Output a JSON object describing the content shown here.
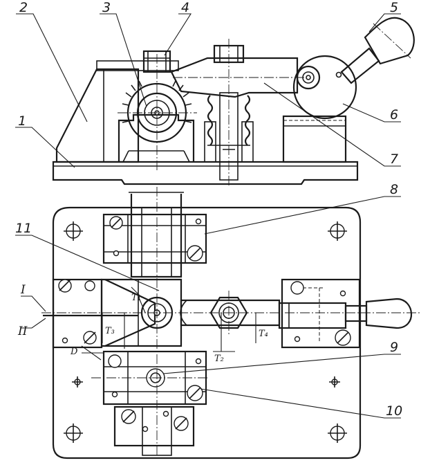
{
  "callouts": [
    {
      "id": "1",
      "label": "1"
    },
    {
      "id": "2",
      "label": "2"
    },
    {
      "id": "3",
      "label": "3"
    },
    {
      "id": "4",
      "label": "4"
    },
    {
      "id": "5",
      "label": "5"
    },
    {
      "id": "6",
      "label": "6"
    },
    {
      "id": "7",
      "label": "7"
    },
    {
      "id": "8",
      "label": "8"
    },
    {
      "id": "9",
      "label": "9"
    },
    {
      "id": "10",
      "label": "10"
    },
    {
      "id": "11",
      "label": "11"
    }
  ],
  "sections": [
    {
      "id": "I",
      "label": "I"
    },
    {
      "id": "II",
      "label": "II"
    }
  ],
  "dimensions": [
    {
      "id": "T1",
      "label": "T₁"
    },
    {
      "id": "T2",
      "label": "T₂"
    },
    {
      "id": "T3",
      "label": "T₃"
    },
    {
      "id": "T4",
      "label": "T₄"
    },
    {
      "id": "D",
      "label": "D"
    }
  ]
}
